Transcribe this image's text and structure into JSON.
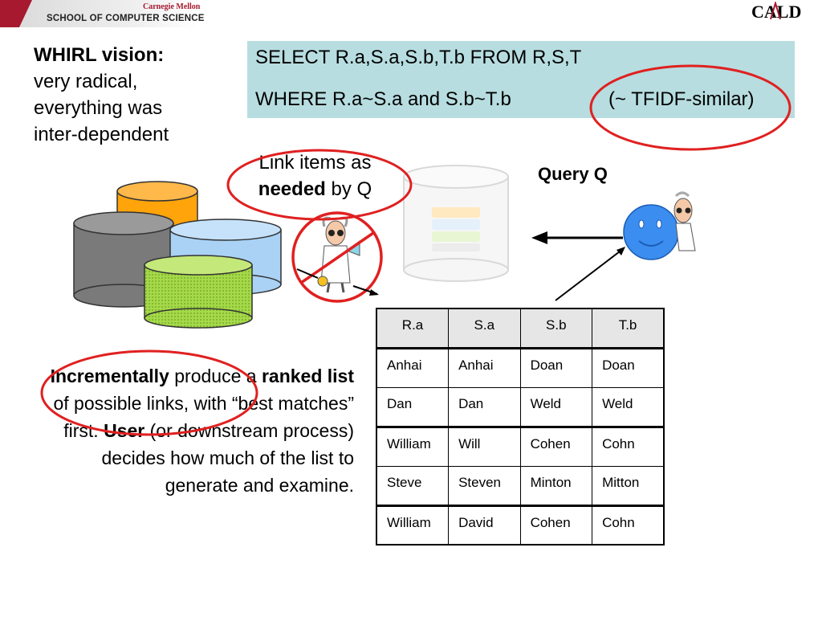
{
  "header": {
    "school": "SCHOOL OF COMPUTER SCIENCE",
    "cmu": "Carnegie Mellon",
    "logo": "CALD",
    "accent_color": "#a6192e"
  },
  "intro": {
    "title": "WHIRL vision:",
    "lines": [
      "very radical,",
      "everything was",
      "inter-dependent"
    ]
  },
  "query": {
    "line1": "SELECT R.a,S.a,S.b,T.b FROM R,S,T",
    "line2": "WHERE R.a~S.a and S.b~T.b",
    "note": "(~ TFIDF-similar)",
    "box_color": "#b7dde0"
  },
  "link_note": {
    "part1": "Link items as",
    "bold": "needed",
    "part2": " by Q"
  },
  "query_label": "Query Q",
  "description": {
    "b1": "Incrementally",
    "t1": " produce a ",
    "b2": "ranked list",
    "t2": " of possible links, with “best matches” first. ",
    "b3": "User",
    "t3": " (or downstream process) decides how much of the list to generate and examine."
  },
  "table": {
    "headers": [
      "R.a",
      "S.a",
      "S.b",
      "T.b"
    ],
    "rows": [
      [
        "Anhai",
        "Anhai",
        "Doan",
        "Doan"
      ],
      [
        "Dan",
        "Dan",
        "Weld",
        "Weld"
      ],
      [
        "William",
        "Will",
        "Cohen",
        "Cohn"
      ],
      [
        "Steve",
        "Steven",
        "Minton",
        "Mitton"
      ],
      [
        "William",
        "David",
        "Cohen",
        "Cohn"
      ]
    ]
  },
  "icons": {
    "databases": "database-stack-icon",
    "scientist": "mad-scientist-icon",
    "no_symbol": "prohibited-icon",
    "smiley": "smiley-face-icon",
    "result_db": "faded-database-icon"
  }
}
